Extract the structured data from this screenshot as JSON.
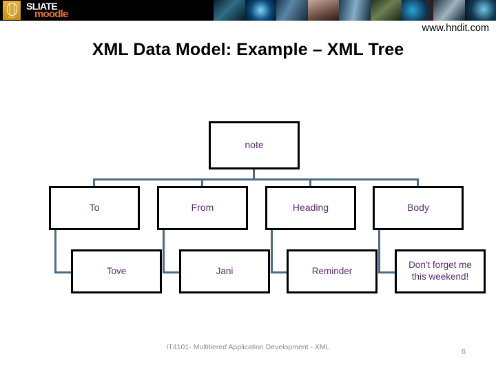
{
  "header": {
    "logo_primary": "SLIATE",
    "logo_secondary": "moodle",
    "badge_caption": "SLIATE",
    "collage_tiles": [
      "tile-1",
      "tile-2",
      "tile-3",
      "tile-4",
      "tile-5",
      "tile-6",
      "tile-7",
      "tile-8",
      "tile-9"
    ]
  },
  "slide": {
    "url": "www.hndit.com",
    "title": "XML Data Model: Example – XML Tree"
  },
  "tree": {
    "root": {
      "label": "note"
    },
    "children": [
      {
        "label": "To",
        "value": "Tove"
      },
      {
        "label": "From",
        "value": "Jani"
      },
      {
        "label": "Heading",
        "value": "Reminder"
      },
      {
        "label": "Body",
        "value": "Don't forget me this weekend!"
      }
    ]
  },
  "footer": {
    "course": "IT4101- Multitiered Application Development - XML",
    "page_number": "6"
  },
  "colors": {
    "node_text": "#5b2c6f",
    "node_border": "#000000",
    "connector": "#4a6d8c",
    "banner_bg": "#000000",
    "logo_accent": "#e8762c",
    "badge_gold": "#e8b33a",
    "footer_text": "#8a8a8a"
  }
}
